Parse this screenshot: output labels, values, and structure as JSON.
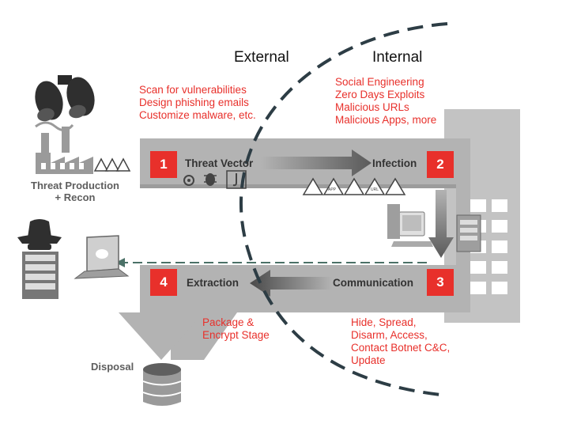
{
  "zones": {
    "external": "External",
    "internal": "Internal"
  },
  "external_notes": [
    "Scan for vulnerabilities",
    "Design phishing emails",
    "Customize malware, etc."
  ],
  "internal_notes": [
    "Social Engineering",
    "Zero Days Exploits",
    "Malicious URLs",
    "Malicious Apps, more"
  ],
  "stages": [
    {
      "num": "1",
      "label": "Threat Vector"
    },
    {
      "num": "2",
      "label": "Infection"
    },
    {
      "num": "3",
      "label": "Communication"
    },
    {
      "num": "4",
      "label": "Extraction"
    }
  ],
  "left_labels": {
    "production_line1": "Threat Production",
    "production_line2": "+ Recon",
    "disposal": "Disposal"
  },
  "package_notes": [
    "Package &",
    "Encrypt Stage"
  ],
  "communication_notes": [
    "Hide, Spread,",
    "Disarm, Access,",
    "Contact Botnet C&C,",
    "Update"
  ],
  "warning_icons": [
    "APP",
    "URL"
  ],
  "colors": {
    "accent": "#e8302b",
    "band": "#b3b3b3",
    "building": "#c3c3c3",
    "dark": "#2f2f2f"
  }
}
